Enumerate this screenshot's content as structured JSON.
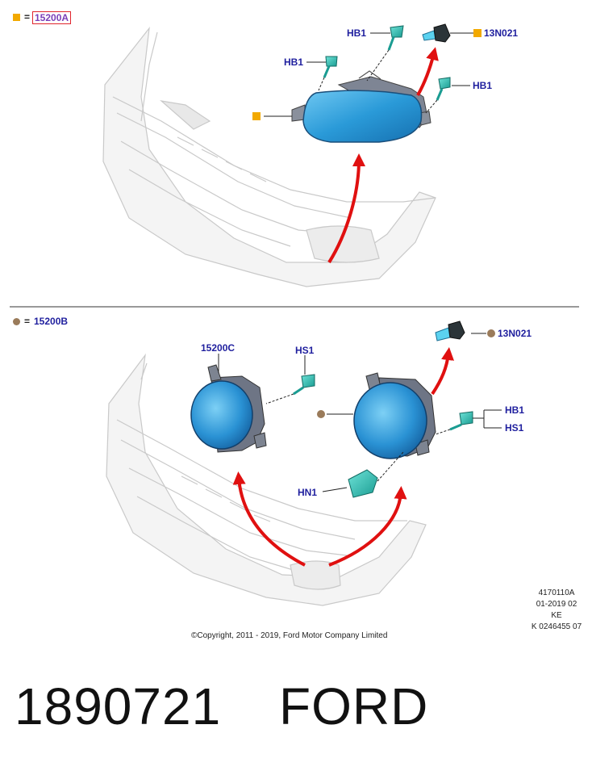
{
  "legend_a": {
    "equals": "=",
    "code": "15200A",
    "color": "#f2a900"
  },
  "legend_b": {
    "equals": "=",
    "code": "15200B",
    "color": "#9a7b5a"
  },
  "labels_top": {
    "hb1_upper": "HB1",
    "hb1_left": "HB1",
    "hb1_right": "HB1",
    "bulb": "13N021"
  },
  "labels_bottom": {
    "housing": "15200C",
    "hs1_upper": "HS1",
    "bulb": "13N021",
    "hb1": "HB1",
    "hs1_right": "HS1",
    "hn1": "HN1"
  },
  "info": {
    "line1": "4170110A",
    "line2": "01-2019 02",
    "line3": "KE",
    "line4": "K 0246455 07"
  },
  "copyright": "©Copyright, 2011 - 2019, Ford Motor Company Limited",
  "part_number": "1890721",
  "brand": "FORD",
  "colors": {
    "label_blue": "#1f1f9e",
    "arrow_red": "#e01010",
    "lamp_blue": "#2a9ad8",
    "clip_teal": "#29c3b8"
  }
}
